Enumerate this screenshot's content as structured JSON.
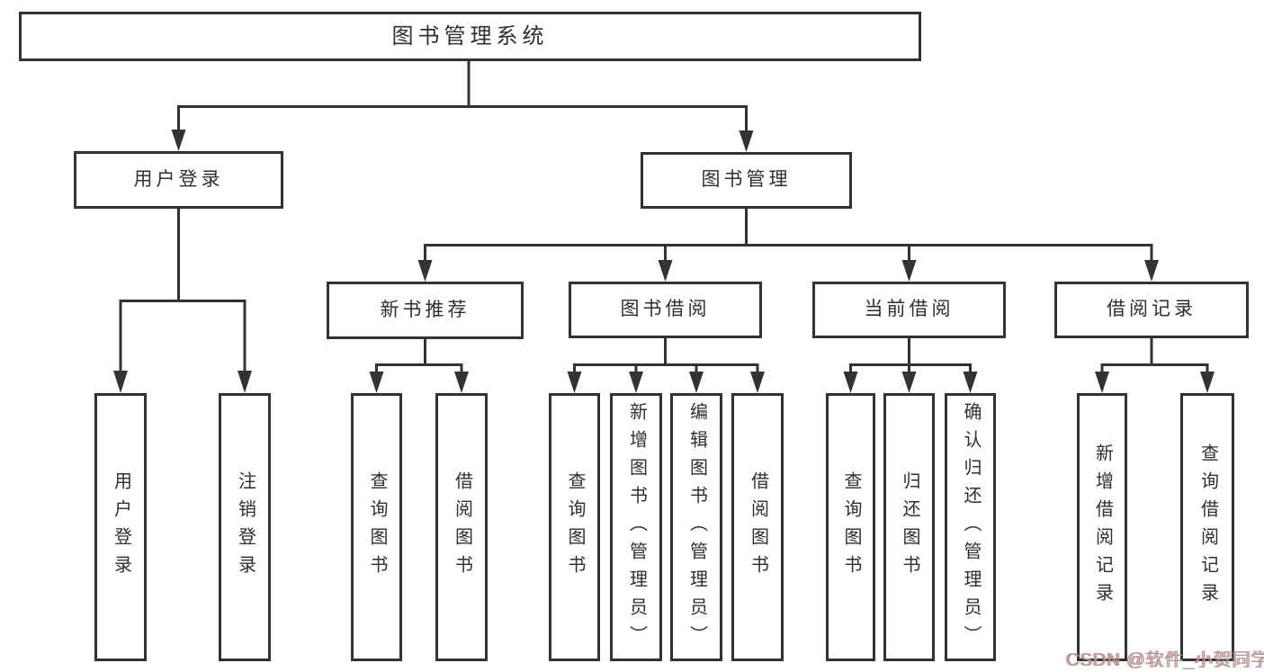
{
  "colors": {
    "line": "#333333",
    "text": "#2f2f2f",
    "background": "#ffffff",
    "watermark_gray": "#a3a3a3",
    "watermark_red_fringe": "#d66866"
  },
  "root": {
    "id": "library-management-system",
    "label": "图书管理系统"
  },
  "level2": [
    {
      "id": "user-login",
      "label": "用户登录",
      "parent": "library-management-system"
    },
    {
      "id": "book-management",
      "label": "图书管理",
      "parent": "library-management-system"
    }
  ],
  "level3": [
    {
      "id": "new-book-recommend",
      "label": "新书推荐",
      "parent": "book-management"
    },
    {
      "id": "book-borrowing",
      "label": "图书借阅",
      "parent": "book-management"
    },
    {
      "id": "current-borrowing",
      "label": "当前借阅",
      "parent": "book-management"
    },
    {
      "id": "borrowing-records",
      "label": "借阅记录",
      "parent": "book-management"
    }
  ],
  "leaves": [
    {
      "id": "leaf-user-login",
      "label": "用户登录",
      "parent": "user-login"
    },
    {
      "id": "leaf-logout",
      "label": "注销登录",
      "parent": "user-login"
    },
    {
      "id": "leaf-query-books-recommend",
      "label": "查询图书",
      "parent": "new-book-recommend"
    },
    {
      "id": "leaf-borrow-books-recommend",
      "label": "借阅图书",
      "parent": "new-book-recommend"
    },
    {
      "id": "leaf-query-books-borrowing",
      "label": "查询图书",
      "parent": "book-borrowing"
    },
    {
      "id": "leaf-add-books-admin",
      "label": "新增图书（管理员）",
      "parent": "book-borrowing"
    },
    {
      "id": "leaf-edit-books-admin",
      "label": "编辑图书（管理员）",
      "parent": "book-borrowing"
    },
    {
      "id": "leaf-borrow-books-borrowing",
      "label": "借阅图书",
      "parent": "book-borrowing"
    },
    {
      "id": "leaf-query-books-current",
      "label": "查询图书",
      "parent": "current-borrowing"
    },
    {
      "id": "leaf-return-books",
      "label": "归还图书",
      "parent": "current-borrowing"
    },
    {
      "id": "leaf-confirm-return-admin",
      "label": "确认归还（管理员）",
      "parent": "current-borrowing"
    },
    {
      "id": "leaf-add-borrow-record",
      "label": "新增借阅记录",
      "parent": "borrowing-records"
    },
    {
      "id": "leaf-query-borrow-record",
      "label": "查询借阅记录",
      "parent": "borrowing-records"
    }
  ],
  "watermark": {
    "text": "CSDN @软件_小贺同学"
  }
}
